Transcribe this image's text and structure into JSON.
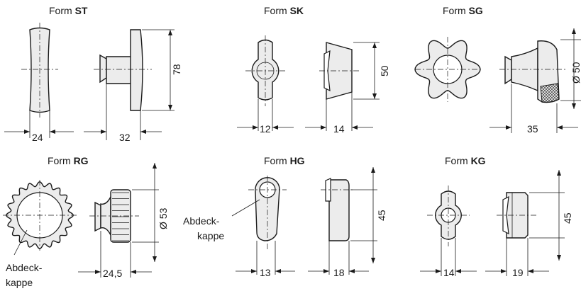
{
  "forms": {
    "st": {
      "prefix": "Form ",
      "code": "ST",
      "dim_width_a": "24",
      "dim_width_b": "32",
      "dim_height": "78"
    },
    "sk": {
      "prefix": "Form ",
      "code": "SK",
      "dim_width_a": "12",
      "dim_width_b": "14",
      "dim_height": "50"
    },
    "sg": {
      "prefix": "Form ",
      "code": "SG",
      "dim_width_b": "35",
      "dim_height": "Ø 50"
    },
    "rg": {
      "prefix": "Form ",
      "code": "RG",
      "dim_width_b": "24,5",
      "dim_height": "Ø 53",
      "callout": [
        "Abdeck-",
        "kappe"
      ]
    },
    "hg": {
      "prefix": "Form ",
      "code": "HG",
      "dim_width_a": "13",
      "dim_width_b": "18",
      "dim_height": "45",
      "callout": [
        "Abdeck-",
        "kappe"
      ]
    },
    "kg": {
      "prefix": "Form ",
      "code": "KG",
      "dim_width_a": "14",
      "dim_width_b": "19",
      "dim_height": "45"
    }
  },
  "colors": {
    "line": "#1a1a1a",
    "fill": "#ececec",
    "background": "#ffffff"
  }
}
